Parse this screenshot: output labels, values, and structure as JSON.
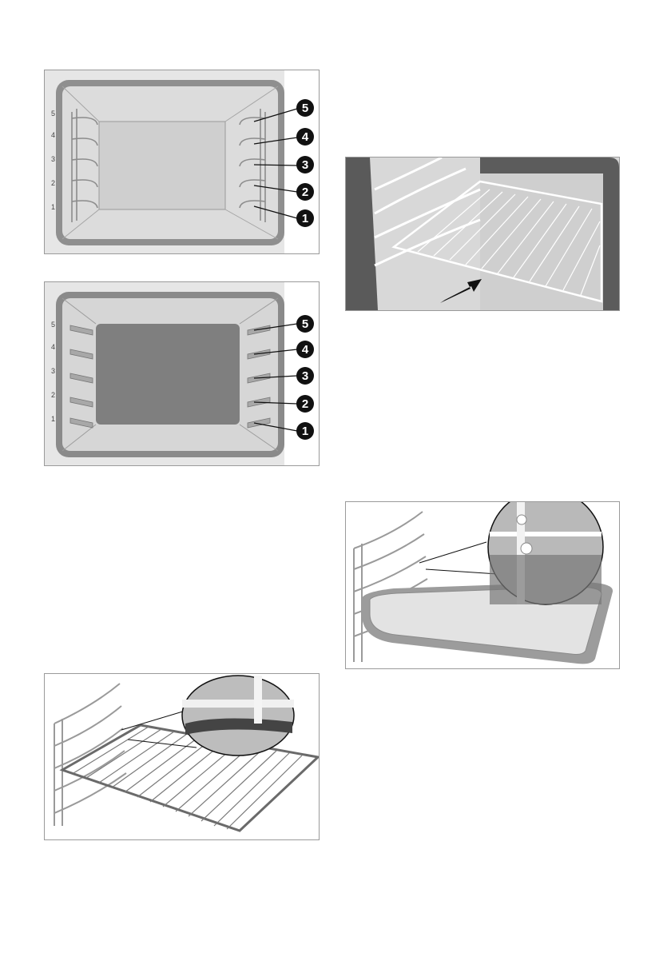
{
  "oven_wire": {
    "levels": [
      "5",
      "4",
      "3",
      "2",
      "1"
    ],
    "callouts": [
      "5",
      "4",
      "3",
      "2",
      "1"
    ]
  },
  "oven_enamel": {
    "levels": [
      "5",
      "4",
      "3",
      "2",
      "1"
    ],
    "callouts": [
      "5",
      "4",
      "3",
      "2",
      "1"
    ]
  },
  "colors": {
    "panel_bg": "#e6e6e6",
    "oven_frame": "#8a8a8a",
    "oven_interior": "#d4d4d4",
    "enamel_back": "#7f7f7f",
    "badge": "#111111"
  }
}
